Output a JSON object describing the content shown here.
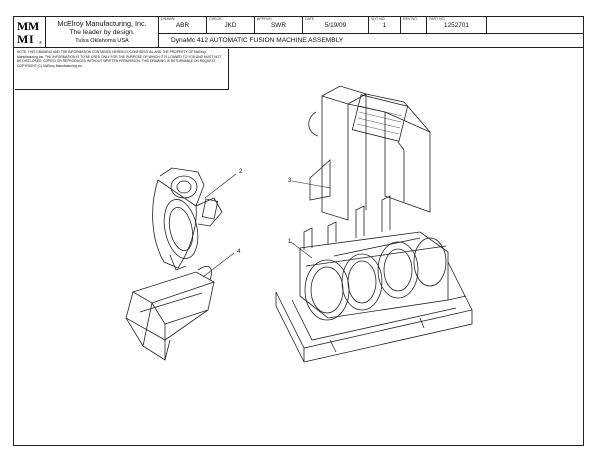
{
  "title_block": {
    "logo_letters": [
      "M",
      "M",
      "I"
    ],
    "company_name": "McElroy Manufacturing, Inc.",
    "tagline": "The leader by design.",
    "location": "Tulsa Oklahoma USA",
    "logo_footnote": "®",
    "drawn_label": "DRAWN",
    "drawn_value": "ABR",
    "check_label": "CHECK",
    "check_value": "JKD",
    "approved_label": "APPRVD",
    "approved_value": "SWR",
    "date_label": "DATE",
    "date_value": "5/19/09",
    "sheet_label": "SHT NO.",
    "sheet_value": "1",
    "revision_label": "REV NO.",
    "revision_value": "",
    "part_label": "PART NO.",
    "part_value": "1252701",
    "description": "DynaMc 412 AUTOMATIC FUSION MACHINE ASSEMBLY"
  },
  "notice_text": "NOTE: THIS DRAWING AND THE INFORMATION CONTAINED HEREIN IS CONFIDENTIAL AND THE PROPERTY OF McElroy Manufacturing Inc. THE INFORMATION IS TO BE USED ONLY FOR THE PURPOSE OF WHICH IT IS LOANED TO YOU AND MUST NOT BE DISCLOSED, COPIED OR REPRODUCED WITHOUT WRITTEN PERMISSION. THIS DRAWING IS RETURNABLE ON REQUEST. COPYRIGHT (C) McElroy Manufacturing Inc.",
  "callouts": [
    "1",
    "2",
    "3",
    "4"
  ]
}
